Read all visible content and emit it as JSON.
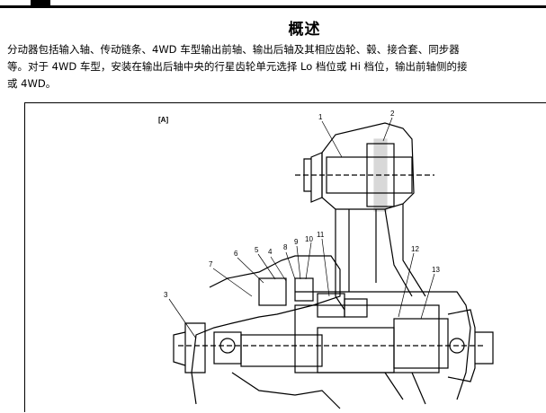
{
  "page": {
    "title": "概述",
    "paragraph_lines": [
      "分动器包括输入轴、传动链条、4WD 车型输出前轴、输出后轴及其相应齿轮、毂、接合套、同步器",
      "等。对于 4WD 车型，安装在输出后轴中央的行星齿轮单元选择 Lo 档位或 Hi 档位，输出前轴侧的接",
      "或 4WD。"
    ]
  },
  "figure": {
    "label": "[A]",
    "callouts": [
      "1",
      "2",
      "3",
      "4",
      "5",
      "6",
      "7",
      "8",
      "9",
      "10",
      "11",
      "12",
      "13"
    ]
  }
}
